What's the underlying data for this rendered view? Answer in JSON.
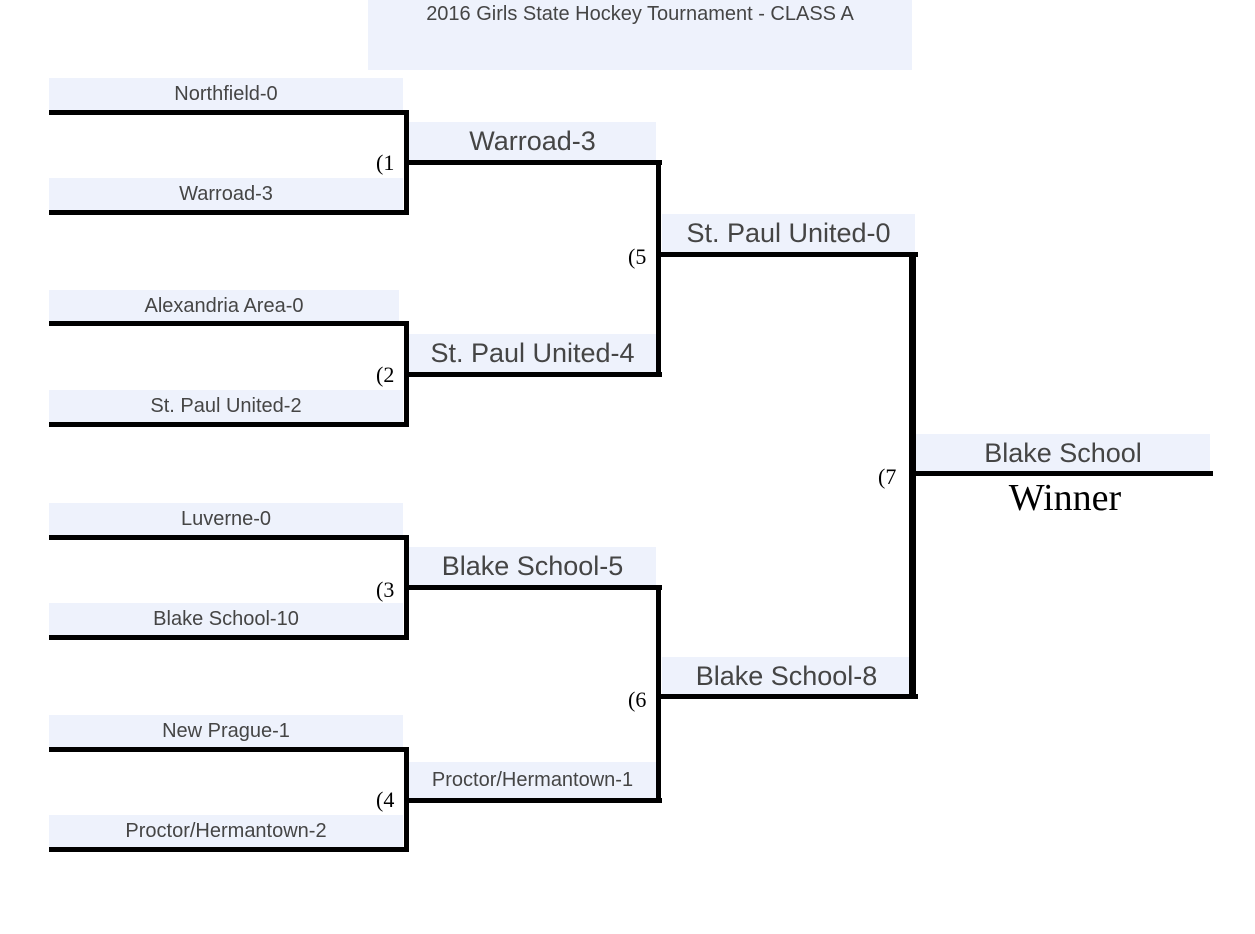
{
  "title": "2016 Girls State Hockey Tournament - CLASS A",
  "round1": [
    "Northfield-0",
    "Warroad-3",
    "Alexandria Area-0",
    "St. Paul United-2",
    "Luverne-0",
    "Blake School-10",
    "New Prague-1",
    "Proctor/Hermantown-2"
  ],
  "round2": [
    "Warroad-3",
    "St. Paul United-4",
    "Blake School-5",
    "Proctor/Hermantown-1"
  ],
  "round3": [
    "St. Paul United-0",
    "Blake School-8"
  ],
  "champion": "Blake School",
  "winner_label": "Winner",
  "game_numbers": [
    "(1",
    "(2",
    "(3",
    "(4",
    "(5",
    "(6",
    "(7"
  ]
}
